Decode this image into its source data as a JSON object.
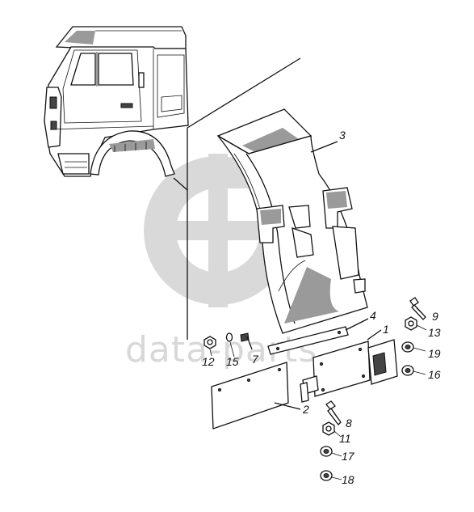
{
  "watermark": {
    "text": "data-parts",
    "color": "#d9d9d9"
  },
  "callouts": [
    {
      "id": "p1",
      "label": "1"
    },
    {
      "id": "p2",
      "label": "2"
    },
    {
      "id": "p3",
      "label": "3"
    },
    {
      "id": "p4",
      "label": "4"
    },
    {
      "id": "p7",
      "label": "7"
    },
    {
      "id": "p8",
      "label": "8"
    },
    {
      "id": "p9",
      "label": "9"
    },
    {
      "id": "p11",
      "label": "11"
    },
    {
      "id": "p12",
      "label": "12"
    },
    {
      "id": "p13",
      "label": "13"
    },
    {
      "id": "p15",
      "label": "15"
    },
    {
      "id": "p16",
      "label": "16"
    },
    {
      "id": "p17",
      "label": "17"
    },
    {
      "id": "p18",
      "label": "18"
    },
    {
      "id": "p19",
      "label": "19"
    }
  ]
}
